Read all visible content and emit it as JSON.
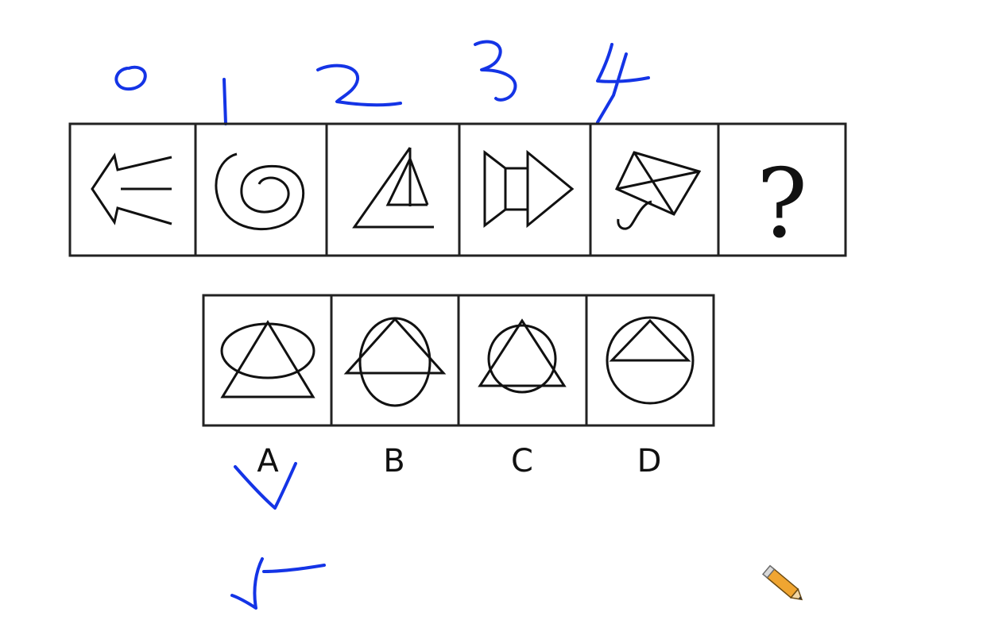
{
  "sequence": {
    "question_mark": "?"
  },
  "options": {
    "labels": [
      "A",
      "B",
      "C",
      "D"
    ]
  },
  "colors": {
    "figure_stroke": "#111111",
    "annotation_ink": "#1434e6",
    "background": "#ffffff"
  },
  "icons": [
    "pencil-icon"
  ]
}
